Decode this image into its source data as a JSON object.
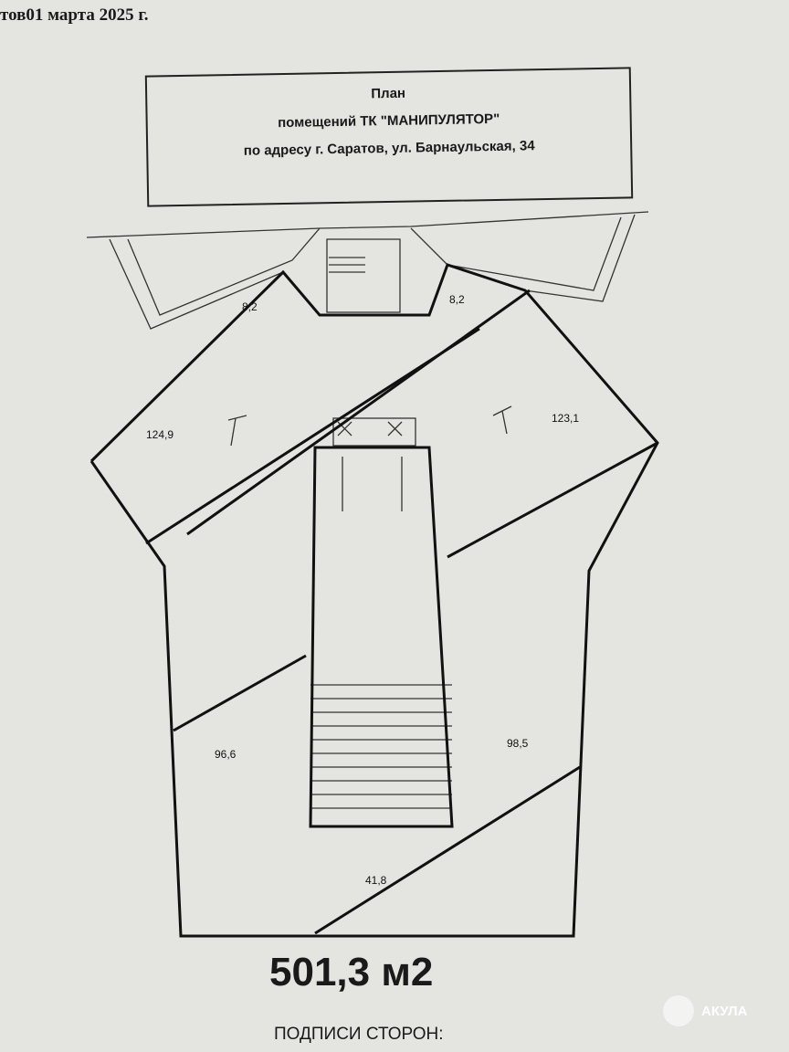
{
  "header": {
    "date": "тов01 марта 2025 г."
  },
  "title": {
    "line1": "План",
    "line2": "помещений ТК \"МАНИПУЛЯТОР\"",
    "line3": "по адресу г. Саратов, ул. Барнаульская, 34"
  },
  "rooms": [
    {
      "label": "8,2"
    },
    {
      "label": "8,2"
    },
    {
      "label": "124,9"
    },
    {
      "label": "123,1"
    },
    {
      "label": "96,6"
    },
    {
      "label": "98,5"
    },
    {
      "label": "41,8"
    }
  ],
  "total_area": "501,3 м2",
  "signatures_label": "ПОДПИСИ СТОРОН:",
  "watermark": {
    "text": "АКУЛА",
    "icon": "shark-icon"
  }
}
